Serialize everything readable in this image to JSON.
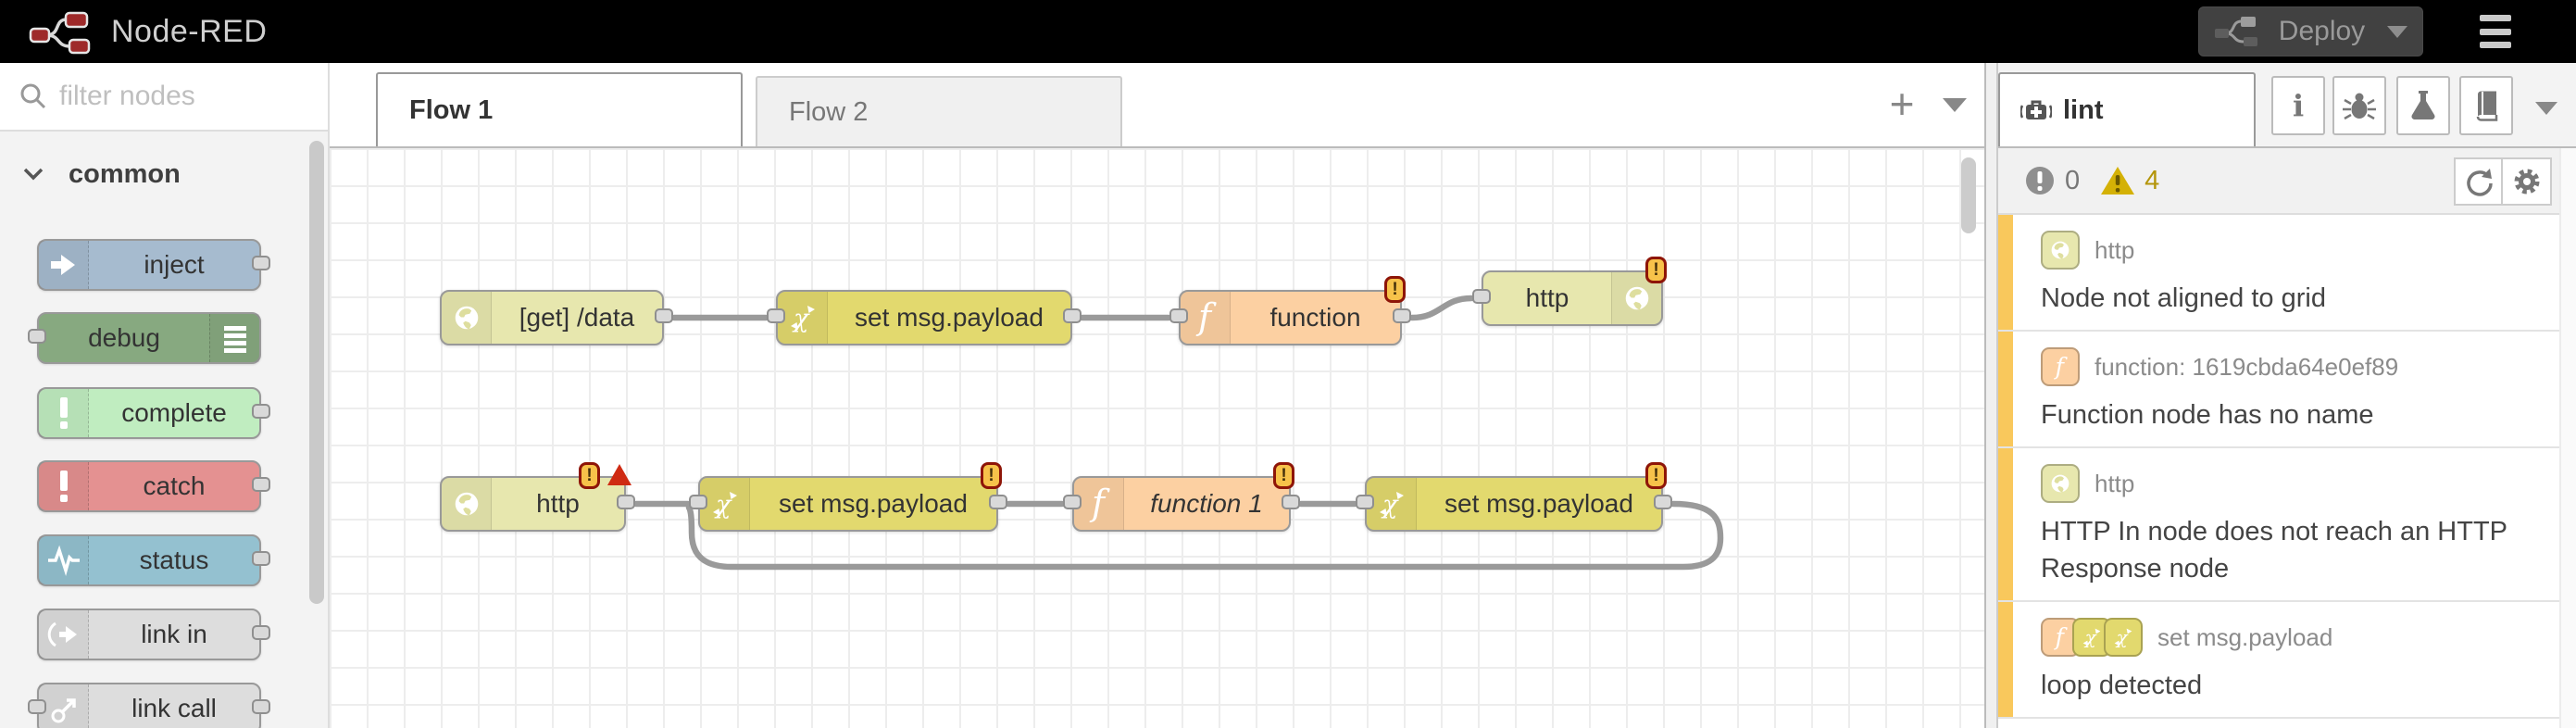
{
  "header": {
    "title": "Node-RED",
    "deploy_label": "Deploy"
  },
  "palette": {
    "search_placeholder": "filter nodes",
    "section": "common",
    "nodes": [
      {
        "label": "inject"
      },
      {
        "label": "debug"
      },
      {
        "label": "complete"
      },
      {
        "label": "catch"
      },
      {
        "label": "status"
      },
      {
        "label": "link in"
      },
      {
        "label": "link call"
      }
    ]
  },
  "tabs": {
    "flow1": "Flow 1",
    "flow2": "Flow 2",
    "add": "+"
  },
  "canvas": {
    "badge": "!",
    "nodes": [
      {
        "label": "[get] /data",
        "type": "http in"
      },
      {
        "label": "set msg.payload",
        "type": "change"
      },
      {
        "label": "function",
        "type": "function"
      },
      {
        "label": "http",
        "type": "http response"
      },
      {
        "label": "http",
        "type": "http in"
      },
      {
        "label": "set msg.payload",
        "type": "change"
      },
      {
        "label": "function 1",
        "type": "function"
      },
      {
        "label": "set msg.payload",
        "type": "change"
      }
    ]
  },
  "sidebar": {
    "tab": "lint",
    "errors": "0",
    "warnings": "4",
    "issues": [
      {
        "node": "http",
        "message": "Node not aligned to grid"
      },
      {
        "node": "function: 1619cbda64e0ef89",
        "message": "Function node has no name"
      },
      {
        "node": "http",
        "message": "HTTP In node does not reach an HTTP Response node"
      },
      {
        "node": "set msg.payload",
        "message": "loop detected"
      }
    ]
  },
  "colors": {
    "http_node": "#e7e7ae",
    "change_node": "#e2d96e",
    "function_node": "#fcd0a2",
    "inject_node": "#a6bbcf",
    "debug_node": "#87a980",
    "complete_node": "#c0edc0",
    "catch_node": "#e49191",
    "status_node": "#94c1d0",
    "link_node": "#dddddd",
    "warning": "#d4b106",
    "badge": "#f7c24a",
    "issue_bar": "#f9c85c",
    "wire": "#9a9a9a"
  }
}
